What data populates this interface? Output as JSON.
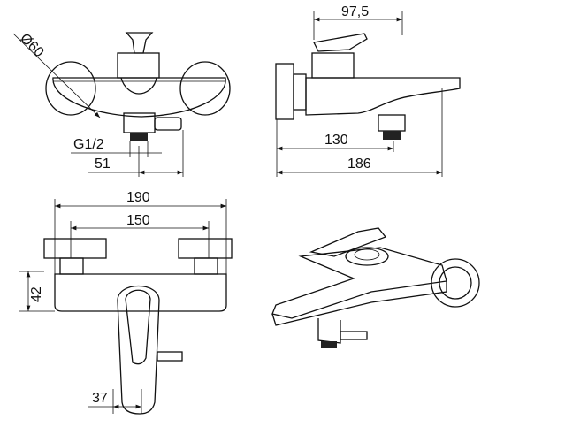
{
  "title": "Bath mixer technical drawing",
  "dimensions": {
    "rosette_diameter": "Ø60",
    "thread": "G1/2",
    "side_offset": "51",
    "handle_depth": "97,5",
    "spout_reach": "130",
    "total_depth": "186",
    "total_width": "190",
    "center_distance": "150",
    "body_height": "42",
    "handle_width": "37"
  }
}
